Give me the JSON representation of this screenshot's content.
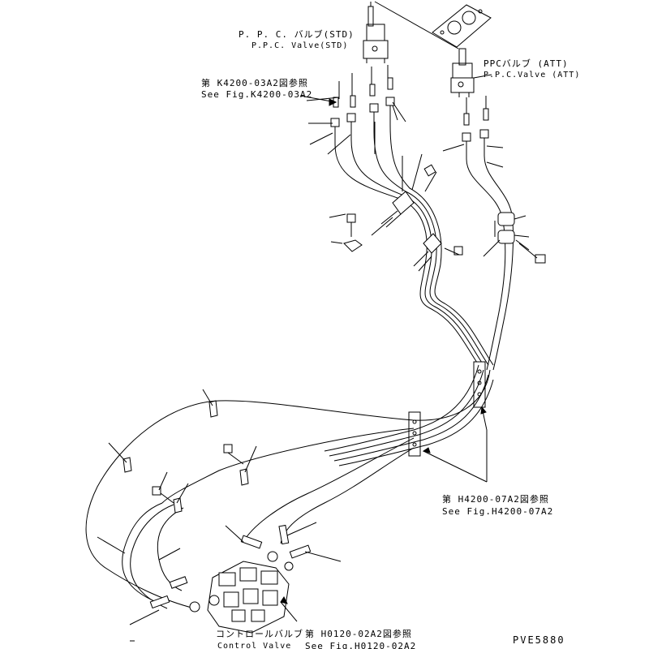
{
  "labels": {
    "ppc_std_jp": "P. P. C. バルブ(STD)",
    "ppc_std_en": "P.P.C. Valve(STD)",
    "ppc_att_jp": "PPCバルブ (ATT)",
    "ppc_att_en": "P.P.C.Valve (ATT)",
    "ref_k4200_jp": "第 K4200-03A2図参照",
    "ref_k4200_en": "See Fig.K4200-03A2",
    "ref_h4200_jp": "第 H4200-07A2図参照",
    "ref_h4200_en": "See Fig.H4200-07A2",
    "control_valve_jp": "コントロールバルブ",
    "control_valve_en": "Control Valve",
    "ref_h0120_jp": "第 H0120-02A2図参照",
    "ref_h0120_en": "See Fig.H0120-02A2",
    "drawing_code": "PVE5880"
  }
}
